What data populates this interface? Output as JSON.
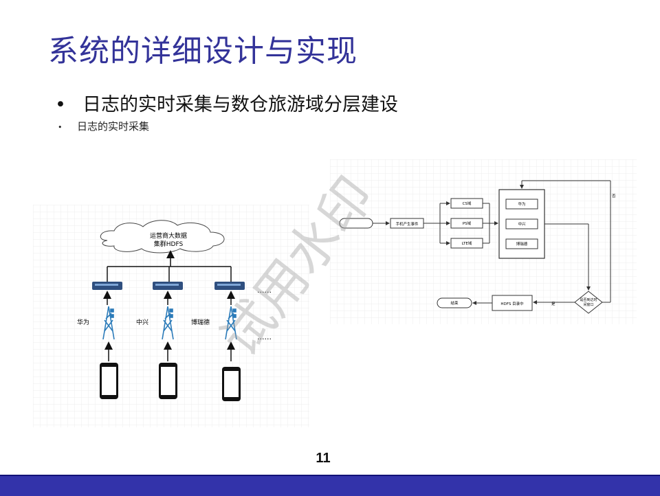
{
  "slide": {
    "title": "系统的详细设计与实现",
    "bullet_main": "日志的实时采集与数仓旅游域分层建设",
    "bullet_sub": "日志的实时采集",
    "bullet_glyph": "•",
    "page_number": "11",
    "watermark": "试用水印"
  },
  "left_diagram": {
    "cloud_label_line1": "运营商大数据",
    "cloud_label_line2": "集群HDFS",
    "vendors": [
      "华为",
      "中兴",
      "博瑞德"
    ],
    "ellipsis": "......"
  },
  "right_diagram": {
    "start_label": "手机产生事件",
    "domains": [
      "CS域",
      "PS域",
      "LTE域"
    ],
    "vendors": [
      "华为",
      "中兴",
      "博瑞德"
    ],
    "decision_label_line1": "是否到达时",
    "decision_label_line2": "间窗口",
    "yes_label": "是",
    "no_label": "否",
    "hdfs_label": "HDFS 目录中",
    "end_label": "结束"
  },
  "colors": {
    "title": "#333399",
    "footer": "#3333aa",
    "switch": "#2f4f7f"
  }
}
